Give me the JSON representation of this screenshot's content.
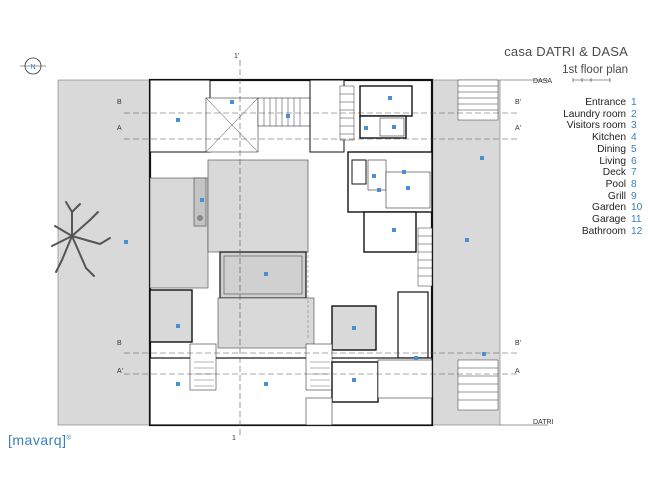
{
  "title": "casa DATRI & DASA",
  "subtitle": "1st floor plan",
  "logo": "[mavarq]",
  "logo_mark": "®",
  "north_label": "N",
  "house_labels": {
    "top": "DASA",
    "bottom": "DATRI"
  },
  "section_labels": {
    "b_left_top": "B",
    "a_left_top": "A",
    "b_right_top": "B'",
    "a_right_top": "A'",
    "b_left_bot": "B",
    "a_left_bot": "A'",
    "b_right_bot": "B'",
    "a_right_bot": "A",
    "axis_top": "1'",
    "axis_bottom": "1"
  },
  "legend": [
    {
      "label": "Entrance",
      "num": "1"
    },
    {
      "label": "Laundry room",
      "num": "2"
    },
    {
      "label": "Visitors room",
      "num": "3"
    },
    {
      "label": "Kitchen",
      "num": "4"
    },
    {
      "label": "Dining",
      "num": "5"
    },
    {
      "label": "Living",
      "num": "6"
    },
    {
      "label": "Deck",
      "num": "7"
    },
    {
      "label": "Pool",
      "num": "8"
    },
    {
      "label": "Grill",
      "num": "9"
    },
    {
      "label": "Garden",
      "num": "10"
    },
    {
      "label": "Garage",
      "num": "11"
    },
    {
      "label": "Bathroom",
      "num": "12"
    }
  ],
  "colors": {
    "wall": "#111111",
    "shade": "#d9d9d9",
    "dark_shade": "#c4c4c4",
    "tag": "#4a8fd0",
    "line": "#555555"
  }
}
